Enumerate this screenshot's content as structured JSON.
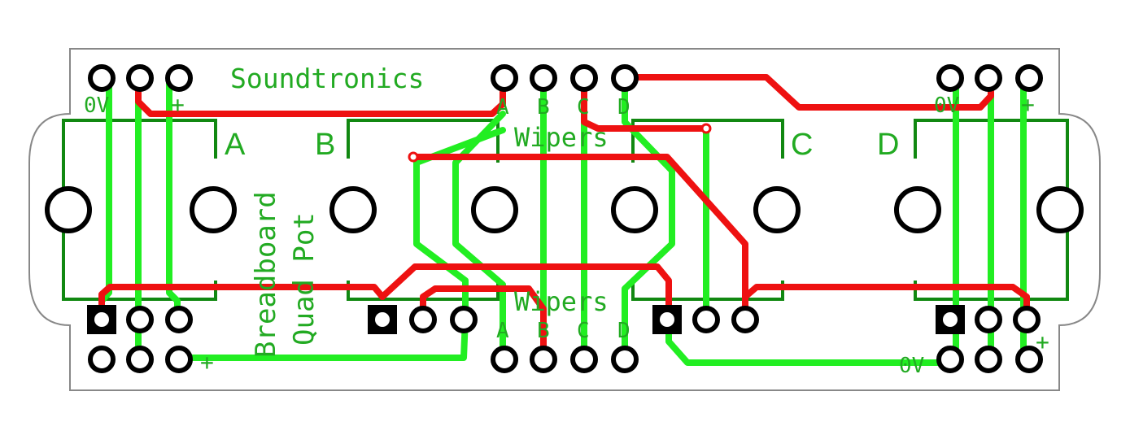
{
  "board": {
    "brand": "Soundtronics",
    "product_line1": "Breadboard",
    "product_line2": "Quad Pot",
    "wipers_top": "Wipers",
    "wipers_bottom": "Wipers",
    "pot_labels": [
      "A",
      "B",
      "C",
      "D"
    ],
    "wiper_letters_top": [
      "A",
      "B",
      "C",
      "D"
    ],
    "wiper_letters_bottom": [
      "A",
      "B",
      "C",
      "D"
    ],
    "left_zero_v": "0V",
    "left_plus": "+",
    "right_zero_v_top": "0V",
    "right_plus_top": "+",
    "bottom_plus_left": "+",
    "bottom_zero_v_right": "0V",
    "bottom_plus_right": "+"
  },
  "colors": {
    "outline": "#888888",
    "silkscreen": "#22aa22",
    "trace_green": "#22ee22",
    "trace_red": "#ee1111",
    "pad": "#000000"
  }
}
